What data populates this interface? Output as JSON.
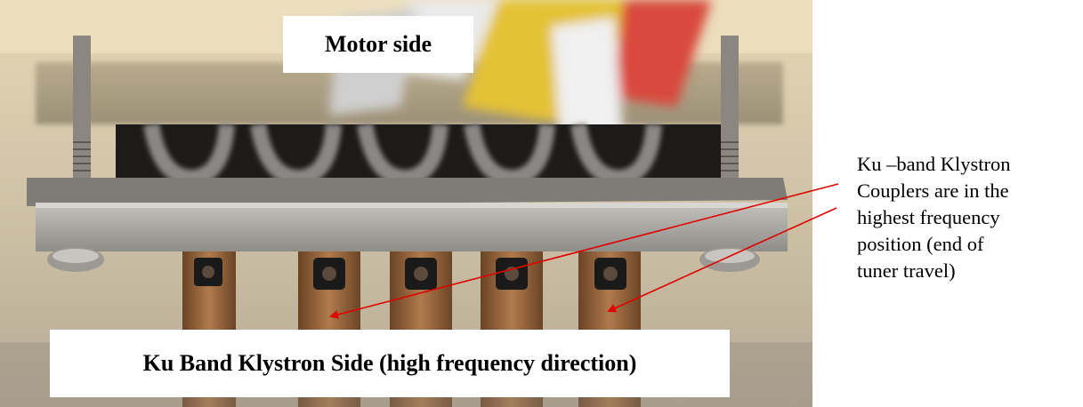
{
  "photo": {
    "label_top": "Motor side",
    "label_bottom": "Ku Band Klystron Side (high frequency direction)"
  },
  "annotation": {
    "lines": [
      "Ku –band Klystron",
      "Couplers are in the",
      "highest frequency",
      "position (end of",
      "tuner travel)"
    ]
  },
  "colors": {
    "arrow": "#e00000"
  }
}
